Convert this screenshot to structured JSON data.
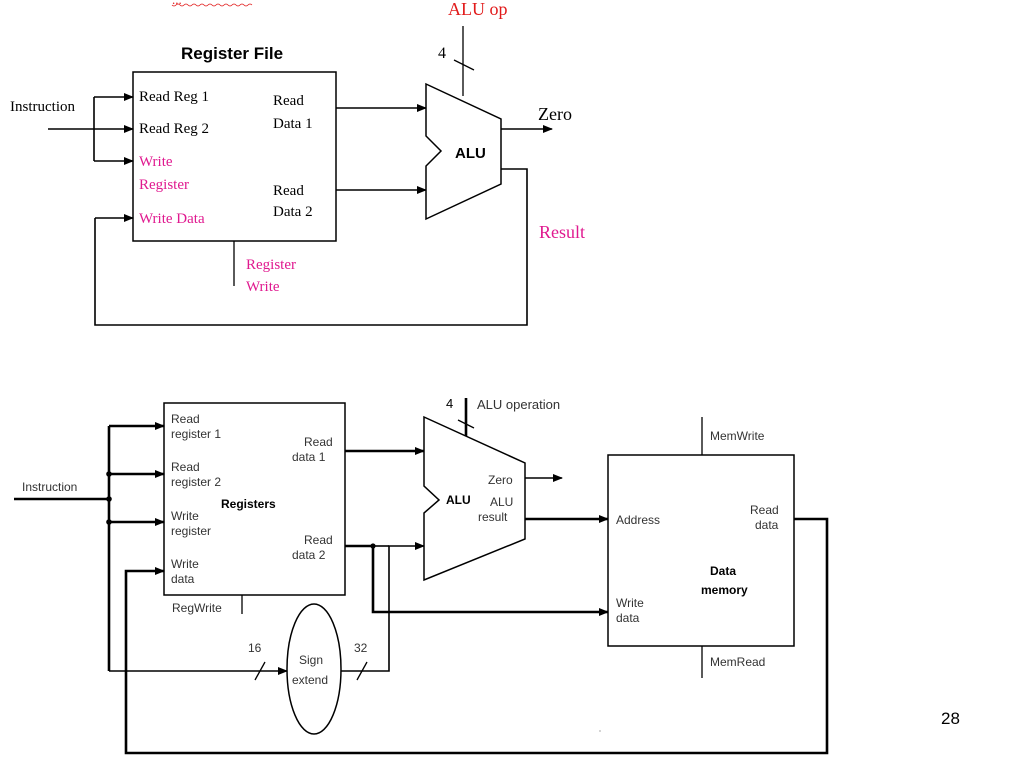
{
  "top": {
    "header_partial": "...",
    "alu_op": "ALU op",
    "bus_width_4": "4",
    "regfile_title": "Register File",
    "instruction": "Instruction",
    "read_reg_1": "Read Reg 1",
    "read_reg_2": "Read Reg 2",
    "write_register_l1": "Write",
    "write_register_l2": "Register",
    "write_data": "Write Data",
    "read_data_1_l1": "Read",
    "read_data_1_l2": "Data 1",
    "read_data_2_l1": "Read",
    "read_data_2_l2": "Data 2",
    "alu": "ALU",
    "zero": "Zero",
    "result": "Result",
    "register_write_l1": "Register",
    "register_write_l2": "Write"
  },
  "bottom": {
    "bus_width_4": "4",
    "alu_operation": "ALU operation",
    "memwrite": "MemWrite",
    "memread": "MemRead",
    "instruction": "Instruction",
    "read_register_1_l1": "Read",
    "read_register_1_l2": "register 1",
    "read_register_2_l1": "Read",
    "read_register_2_l2": "register 2",
    "write_register_l1": "Write",
    "write_register_l2": "register",
    "write_data_l1": "Write",
    "write_data_l2": "data",
    "registers": "Registers",
    "read_data_1_l1": "Read",
    "read_data_1_l2": "data 1",
    "read_data_2_l1": "Read",
    "read_data_2_l2": "data 2",
    "regwrite": "RegWrite",
    "alu": "ALU",
    "zero": "Zero",
    "alu_result_l1": "ALU",
    "alu_result_l2": "result",
    "address": "Address",
    "mem_write_data_l1": "Write",
    "mem_write_data_l2": "data",
    "mem_read_data_l1": "Read",
    "mem_read_data_l2": "data",
    "data_memory_l1": "Data",
    "data_memory_l2": "memory",
    "bus_width_16": "16",
    "bus_width_32": "32",
    "sign_extend_l1": "Sign",
    "sign_extend_l2": "extend"
  },
  "slide_number": "28"
}
